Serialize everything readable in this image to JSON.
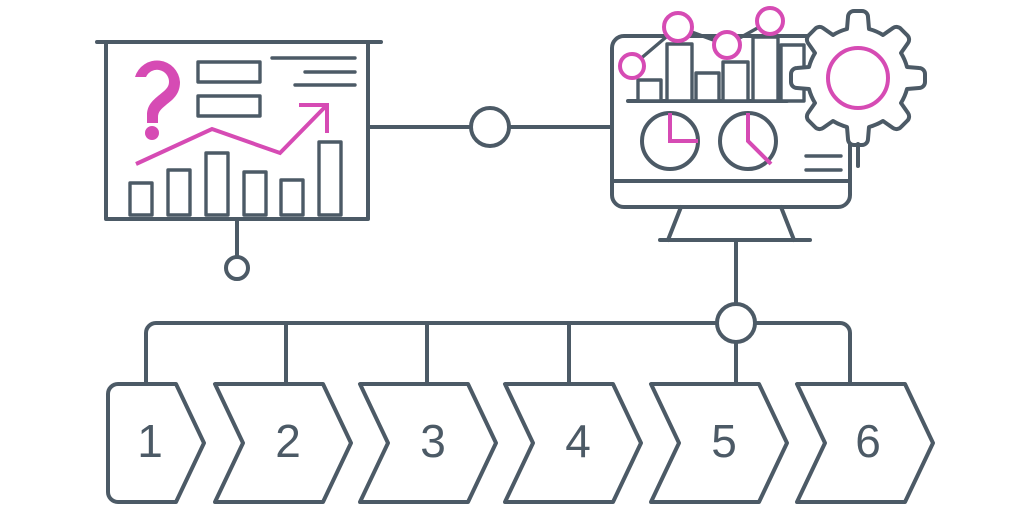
{
  "illustration": {
    "title": "Business analytics process flow illustration",
    "colors": {
      "stroke_dark": "#4c5a66",
      "accent_pink": "#d64bb4",
      "background": "#ffffff"
    }
  },
  "presentation_board": {
    "name": "presentation-board",
    "question_mark": "?",
    "text_blocks": 2,
    "text_lines": 3,
    "bar_chart": {
      "type": "bar",
      "bars": 6,
      "values": [
        30,
        52,
        72,
        48,
        38,
        78
      ]
    },
    "trend_arrow": "upward-trend-arrow"
  },
  "monitor": {
    "name": "dashboard-monitor",
    "bar_chart": {
      "type": "bar",
      "bars": 6,
      "values": [
        32,
        73,
        44,
        57,
        82,
        73
      ]
    },
    "line_chart": {
      "type": "line",
      "points": 4,
      "x": [
        632,
        678,
        727,
        770
      ],
      "y": [
        66,
        27,
        45,
        21
      ]
    },
    "pie_charts": [
      {
        "label": "pie-chart-1",
        "slice_percent": 25
      },
      {
        "label": "pie-chart-2",
        "slice_percent": 35
      }
    ],
    "legend_lines": 2
  },
  "gear": {
    "name": "settings-gear",
    "teeth": 10,
    "inner_ring_color": "#d64bb4"
  },
  "connectors": {
    "node_board_to_monitor": "connector-node-center",
    "node_below_board": "connector-node-board",
    "node_hub": "connector-node-hub"
  },
  "process_steps": {
    "name": "numbered-process-steps",
    "steps": [
      {
        "number": "1"
      },
      {
        "number": "2"
      },
      {
        "number": "3"
      },
      {
        "number": "4"
      },
      {
        "number": "5"
      },
      {
        "number": "6"
      }
    ]
  },
  "chart_data": [
    {
      "type": "bar",
      "title": "Presentation board bar chart",
      "categories": [
        "1",
        "2",
        "3",
        "4",
        "5",
        "6"
      ],
      "values": [
        30,
        52,
        72,
        48,
        38,
        78
      ],
      "xlabel": "",
      "ylabel": "",
      "ylim": [
        0,
        100
      ],
      "grid": false,
      "legend": "none"
    },
    {
      "type": "bar",
      "title": "Monitor dashboard bar chart",
      "categories": [
        "1",
        "2",
        "3",
        "4",
        "5",
        "6"
      ],
      "values": [
        32,
        73,
        44,
        57,
        82,
        73
      ],
      "xlabel": "",
      "ylabel": "",
      "ylim": [
        0,
        100
      ],
      "grid": false,
      "legend": "none"
    },
    {
      "type": "line",
      "title": "Monitor dashboard trend line",
      "x": [
        "1",
        "2",
        "3",
        "4"
      ],
      "values": [
        34,
        75,
        56,
        82
      ],
      "xlabel": "",
      "ylabel": "",
      "ylim": [
        0,
        100
      ],
      "grid": false,
      "legend": "none"
    },
    {
      "type": "pie",
      "title": "Monitor pie chart 1",
      "categories": [
        "segment",
        "remainder"
      ],
      "values": [
        25,
        75
      ],
      "legend": "none"
    },
    {
      "type": "pie",
      "title": "Monitor pie chart 2",
      "categories": [
        "segment",
        "remainder"
      ],
      "values": [
        35,
        65
      ],
      "legend": "none"
    }
  ]
}
